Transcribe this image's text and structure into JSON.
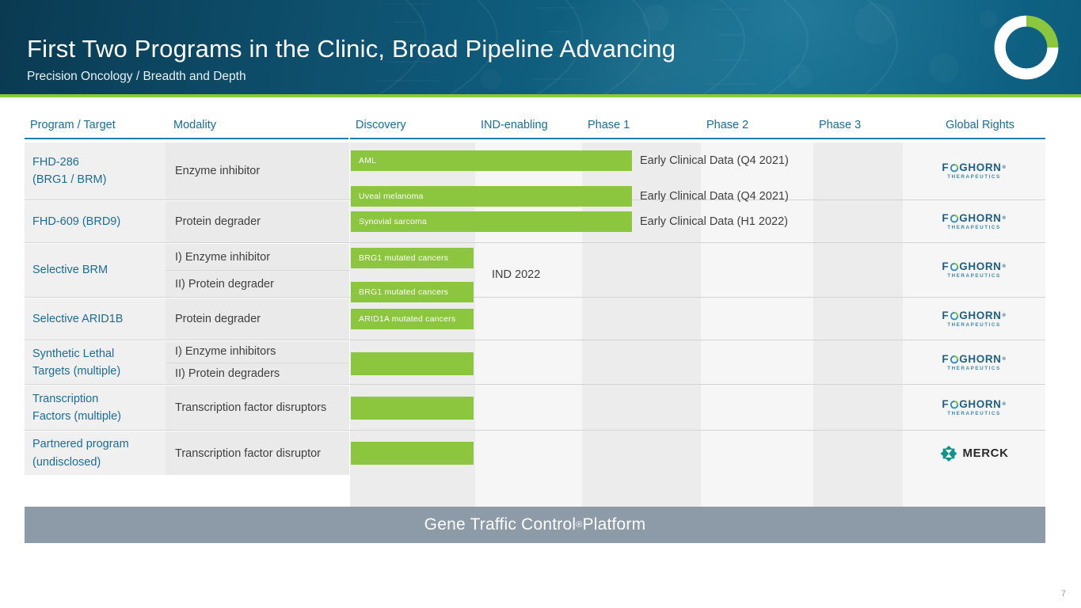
{
  "header": {
    "title": "First Two Programs in the Clinic, Broad Pipeline Advancing",
    "subtitle": "Precision Oncology / Breadth and Depth",
    "brand_icon": "foghorn-c-ring-logo",
    "accent_green": "#8cc63f",
    "bg_dark_teal": "#0a3a52",
    "bg_light_teal": "#116f91"
  },
  "table": {
    "columns": [
      {
        "label": "Program / Target"
      },
      {
        "label": "Modality"
      },
      {
        "label": "Discovery"
      },
      {
        "label": "IND-enabling"
      },
      {
        "label": "Phase 1"
      },
      {
        "label": "Phase 2"
      },
      {
        "label": "Phase 3"
      },
      {
        "label": "Global Rights"
      }
    ],
    "rows": [
      {
        "program": "FHD-286\n(BRG1 / BRM)",
        "modality": "Enzyme inhibitor",
        "rights_logo": "foghorn-therapeutics-logo",
        "rights_label": "FOGHORN THERAPEUTICS",
        "bars": [
          {
            "label": "AML",
            "milestone": "Early Clinical Data (Q4 2021)"
          },
          {
            "label": "Uveal melanoma",
            "milestone": "Early Clinical Data (Q4 2021)"
          }
        ]
      },
      {
        "program": "FHD-609 (BRD9)",
        "modality": "Protein degrader",
        "rights_logo": "foghorn-therapeutics-logo",
        "rights_label": "FOGHORN THERAPEUTICS",
        "bars": [
          {
            "label": "Synovial sarcoma",
            "milestone": "Early Clinical Data (H1 2022)"
          }
        ]
      },
      {
        "program": "Selective BRM",
        "modality_split": [
          "I)  Enzyme inhibitor",
          "II) Protein degrader"
        ],
        "rights_logo": "foghorn-therapeutics-logo",
        "rights_label": "FOGHORN THERAPEUTICS",
        "bars": [
          {
            "label": "BRG1 mutated cancers",
            "milestone": ""
          },
          {
            "label": "BRG1 mutated cancers",
            "milestone": ""
          }
        ],
        "group_milestone": "IND 2022"
      },
      {
        "program": "Selective ARID1B",
        "modality": "Protein degrader",
        "rights_logo": "foghorn-therapeutics-logo",
        "rights_label": "FOGHORN THERAPEUTICS",
        "bars": [
          {
            "label": "ARID1A  mutated cancers",
            "milestone": ""
          }
        ]
      },
      {
        "program": "Synthetic Lethal\nTargets (multiple)",
        "modality_split": [
          "I) Enzyme inhibitors",
          "II)  Protein degraders"
        ],
        "rights_logo": "foghorn-therapeutics-logo",
        "rights_label": "FOGHORN THERAPEUTICS",
        "bars": [
          {
            "label": "",
            "milestone": ""
          }
        ]
      },
      {
        "program": "Transcription\nFactors (multiple)",
        "modality": "Transcription factor disruptors",
        "rights_logo": "foghorn-therapeutics-logo",
        "rights_label": "FOGHORN THERAPEUTICS",
        "bars": [
          {
            "label": "",
            "milestone": ""
          }
        ]
      },
      {
        "program": "Partnered program\n(undisclosed)",
        "modality": "Transcription factor disruptor",
        "rights_logo": "merck-logo",
        "rights_label": "MERCK",
        "bars": [
          {
            "label": "",
            "milestone": ""
          }
        ]
      }
    ]
  },
  "footer": {
    "platform_label": "Gene Traffic Control",
    "platform_reg": "®",
    "platform_suffix": " Platform",
    "page_number": "7"
  },
  "brand": {
    "foghorn_word": "F",
    "foghorn_word_rest": "GHORN",
    "foghorn_sub": "THERAPEUTICS",
    "merck_word": "MERCK"
  },
  "colors": {
    "bar_green": "#8cc63f",
    "header_text": "#1a6d96",
    "platform_bar": "#8d9aa8"
  }
}
